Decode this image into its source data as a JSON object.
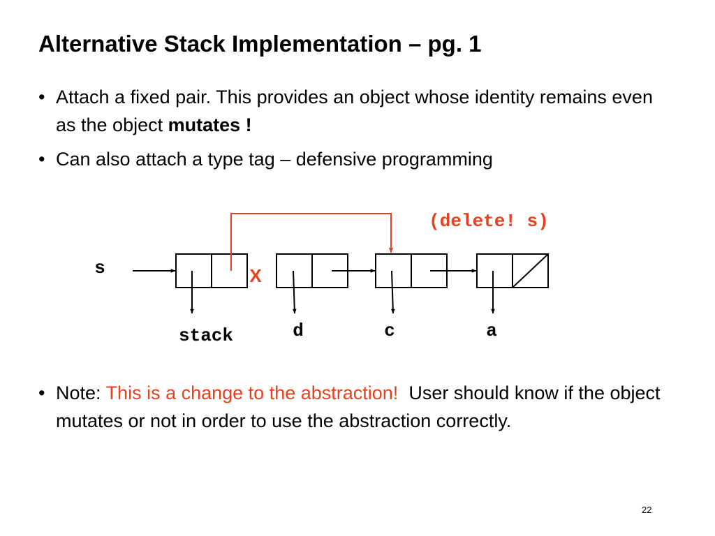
{
  "slide": {
    "title": "Alternative Stack Implementation – pg. 1",
    "page_number": "22"
  },
  "bullets": {
    "bullet_char": "•",
    "b1_text": "Attach a fixed pair. This provides an object whose identity remains even as the object ",
    "b1_emphasis": "mutates !",
    "b2_text": "Can also attach a type tag – defensive programming",
    "b3_prefix": "Note: ",
    "b3_highlight": "This is a change to the abstraction!",
    "b3_rest": "  User should know if the object mutates or not in order to use the abstraction correctly."
  },
  "diagram": {
    "var_label": "s",
    "operation": "(delete! s)",
    "cut_mark": "X",
    "labels": {
      "header": "stack",
      "cell1": "d",
      "cell2": "c",
      "cell3": "a"
    },
    "colors": {
      "highlight": "#e8401c",
      "line": "#000000"
    }
  }
}
